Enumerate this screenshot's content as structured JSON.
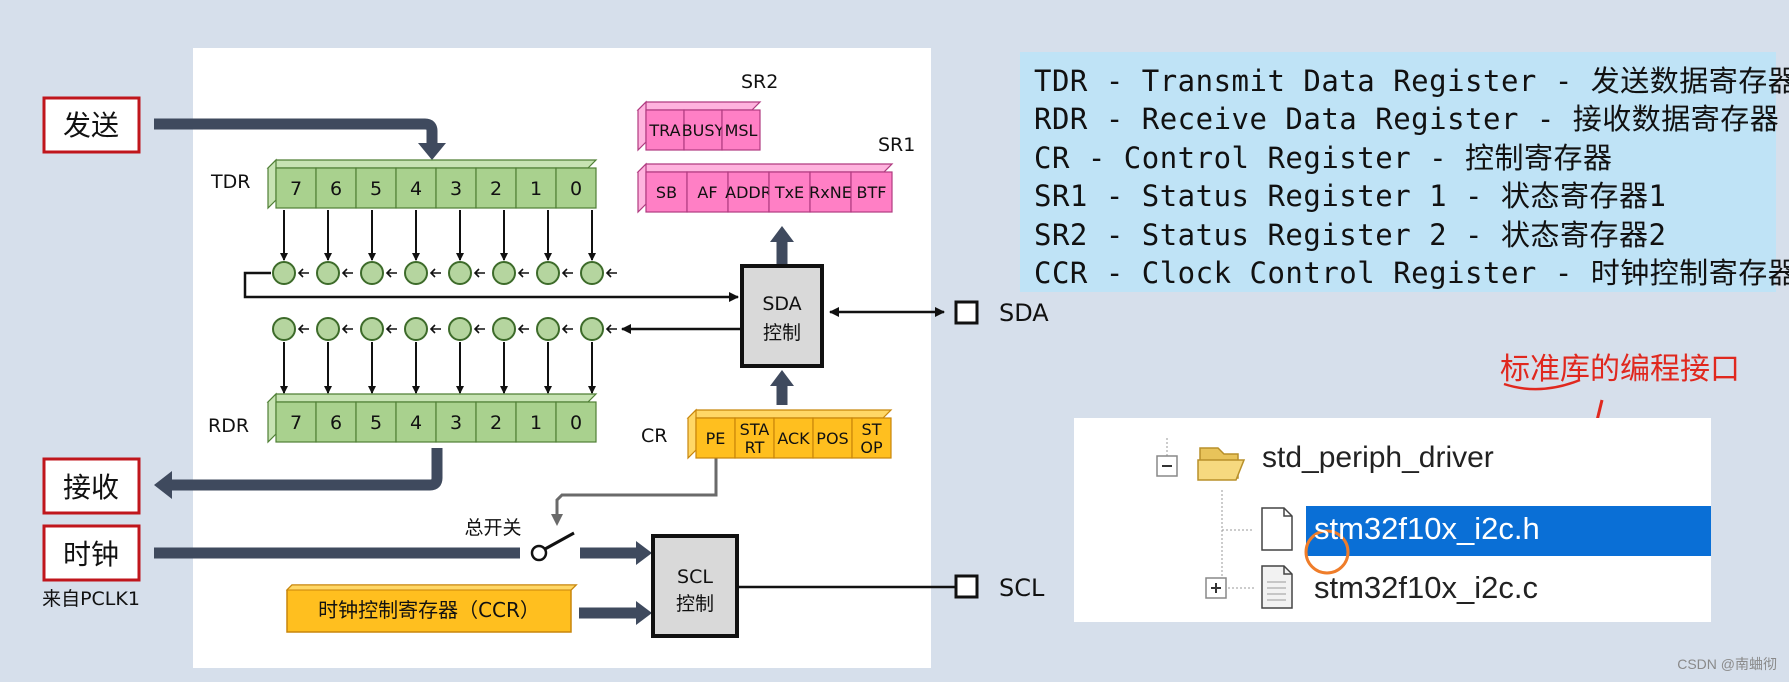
{
  "left_labels": {
    "send": "发送",
    "receive": "接收",
    "clock": "时钟",
    "clock_source": "来自PCLK1"
  },
  "tdr": {
    "label": "TDR",
    "bits": [
      "7",
      "6",
      "5",
      "4",
      "3",
      "2",
      "1",
      "0"
    ]
  },
  "rdr": {
    "label": "RDR",
    "bits": [
      "7",
      "6",
      "5",
      "4",
      "3",
      "2",
      "1",
      "0"
    ]
  },
  "sr2": {
    "label": "SR2",
    "bits": [
      "TRA",
      "BUSY",
      "MSL"
    ]
  },
  "sr1": {
    "label": "SR1",
    "bits": [
      "SB",
      "AF",
      "ADDR",
      "TxE",
      "RxNE",
      "BTF"
    ]
  },
  "cr": {
    "label": "CR",
    "bits": [
      "PE",
      "STA RT",
      "ACK",
      "POS",
      "ST OP"
    ]
  },
  "sda_block": {
    "line1": "SDA",
    "line2": "控制"
  },
  "scl_block": {
    "line1": "SCL",
    "line2": "控制"
  },
  "sda_pin": "SDA",
  "scl_pin": "SCL",
  "master_switch": "总开关",
  "ccr_box": "时钟控制寄存器（CCR）",
  "legend": [
    "TDR - Transmit Data Register - 发送数据寄存器",
    "RDR - Receive Data Register - 接收数据寄存器",
    "CR  - Control Register - 控制寄存器",
    "SR1 - Status Register 1 - 状态寄存器1",
    "SR2 - Status Register 2 - 状态寄存器2",
    "CCR - Clock Control Register - 时钟控制寄存器"
  ],
  "annotation": "标准库的编程接口",
  "explorer": {
    "folder": "std_periph_driver",
    "file_h": "stm32f10x_i2c.h",
    "file_c": "stm32f10x_i2c.c"
  },
  "watermark": "CSDN @南蛐彻",
  "colors": {
    "tdr_fill": "#a9d18e",
    "sr_fill": "#ff7fc5",
    "cr_fill": "#ffbf1f",
    "legend_bg": "#bfe3f6",
    "selection": "#0a6fd6",
    "annotation": "#e0281e",
    "label_border": "#c0161c"
  }
}
